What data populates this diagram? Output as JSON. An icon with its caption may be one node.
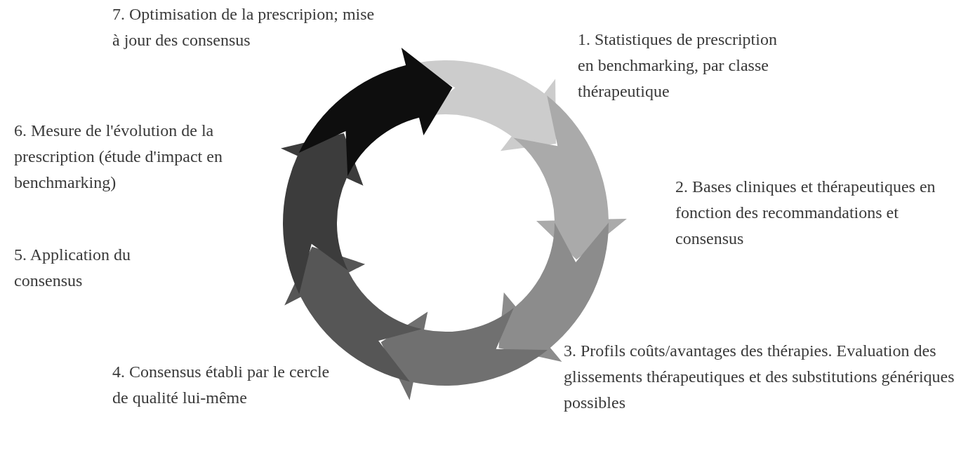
{
  "diagram": {
    "labels": [
      "7. Optimisation de la prescripion; mise à jour des consensus",
      "1. Statistiques de prescription en benchmarking, par classe thérapeutique",
      "6. Mesure de l'évolution de la prescription (étude d'impact en benchmarking)",
      "2. Bases cliniques et thérapeutiques en fonction des recommandations et consensus",
      "5. Application du consensus",
      "4. Consensus établi par le cercle de qualité lui-même",
      "3. Profils coûts/avantages des thérapies. Evaluation des glissements thérapeutiques et des substitutions génériques possibles"
    ]
  }
}
